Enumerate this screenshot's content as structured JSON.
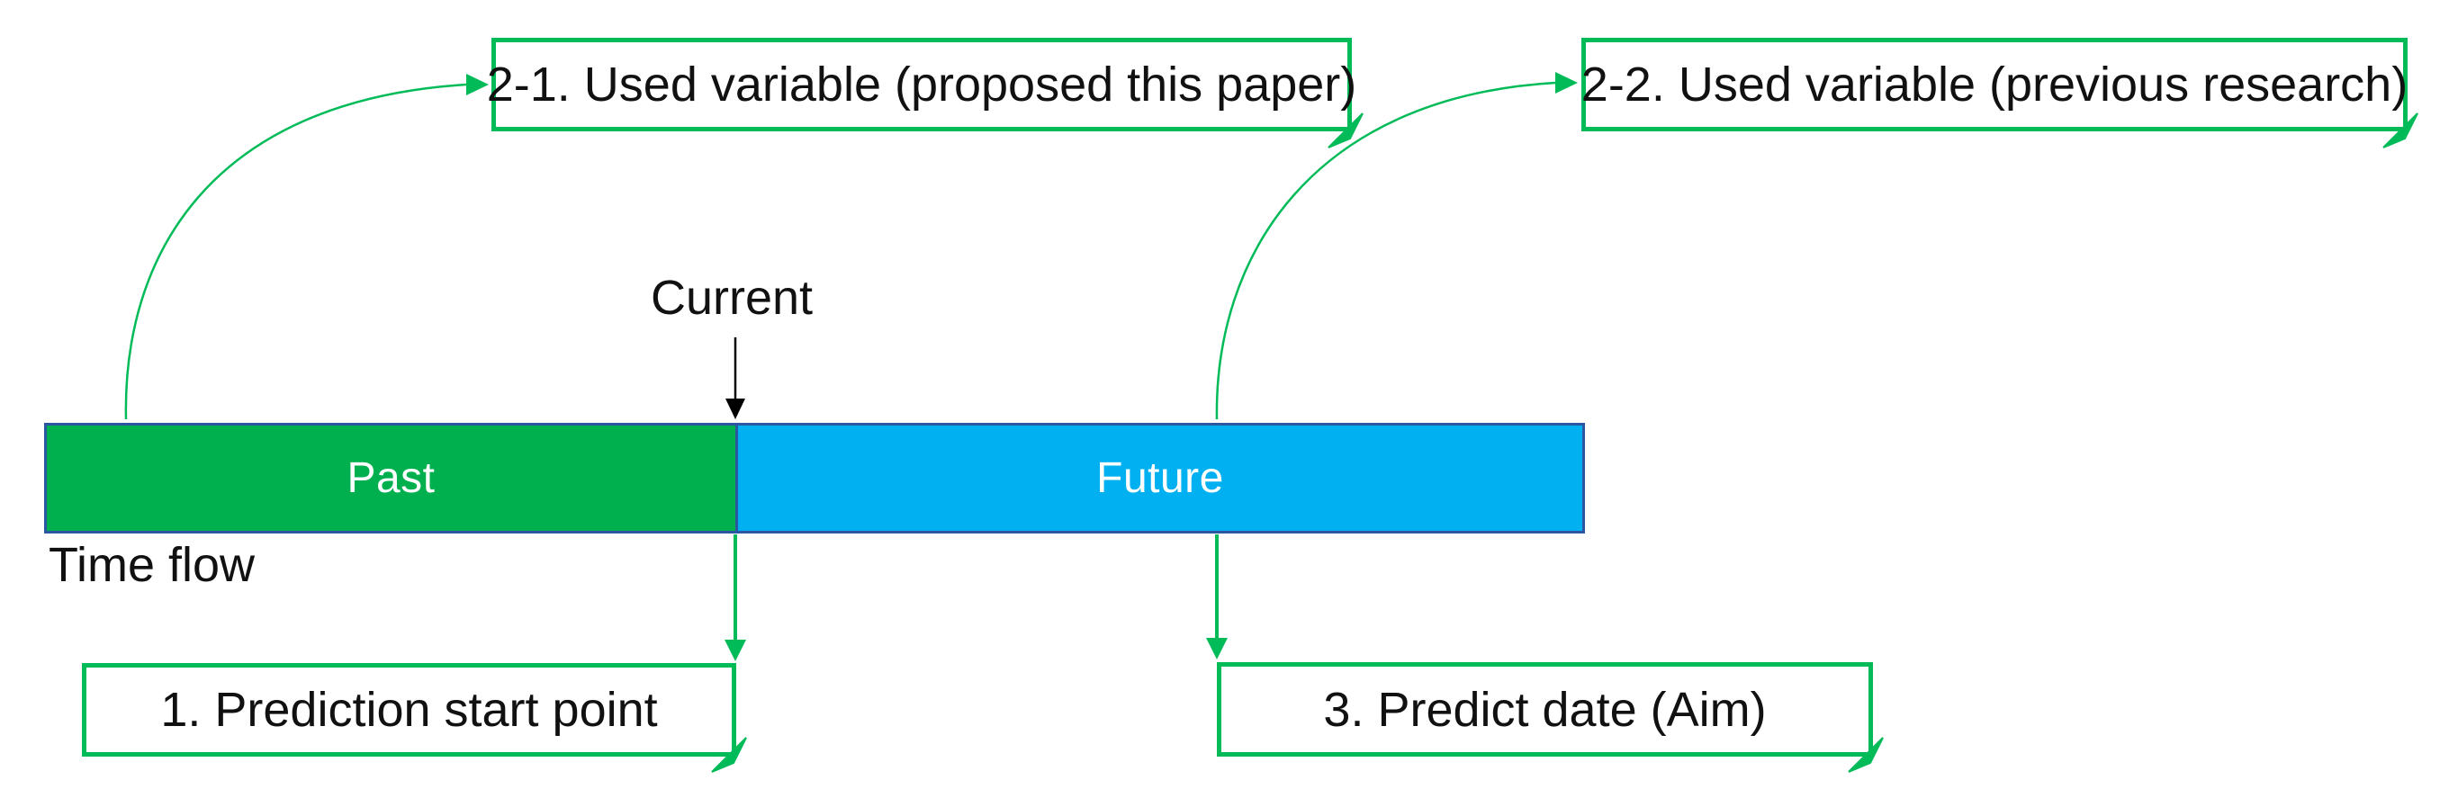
{
  "diagram": {
    "title_semantics": "Prediction timeline diagram",
    "callouts": {
      "top_left": "2-1. Used variable (proposed this paper)",
      "top_right": "2-2. Used variable (previous research)",
      "bottom_left": "1. Prediction start point",
      "bottom_right": "3. Predict date (Aim)"
    },
    "timeline": {
      "past_label": "Past",
      "future_label": "Future",
      "current_label": "Current",
      "time_flow_label": "Time flow"
    }
  },
  "colors": {
    "past-fill": "#00B04F",
    "future-fill": "#00B0F0",
    "bar-border": "#2B57A0",
    "callout-green": "#00BB58",
    "arrow-black": "#000000",
    "text-dark": "#111111",
    "bar-text": "#ffffff",
    "background": "#ffffff"
  }
}
